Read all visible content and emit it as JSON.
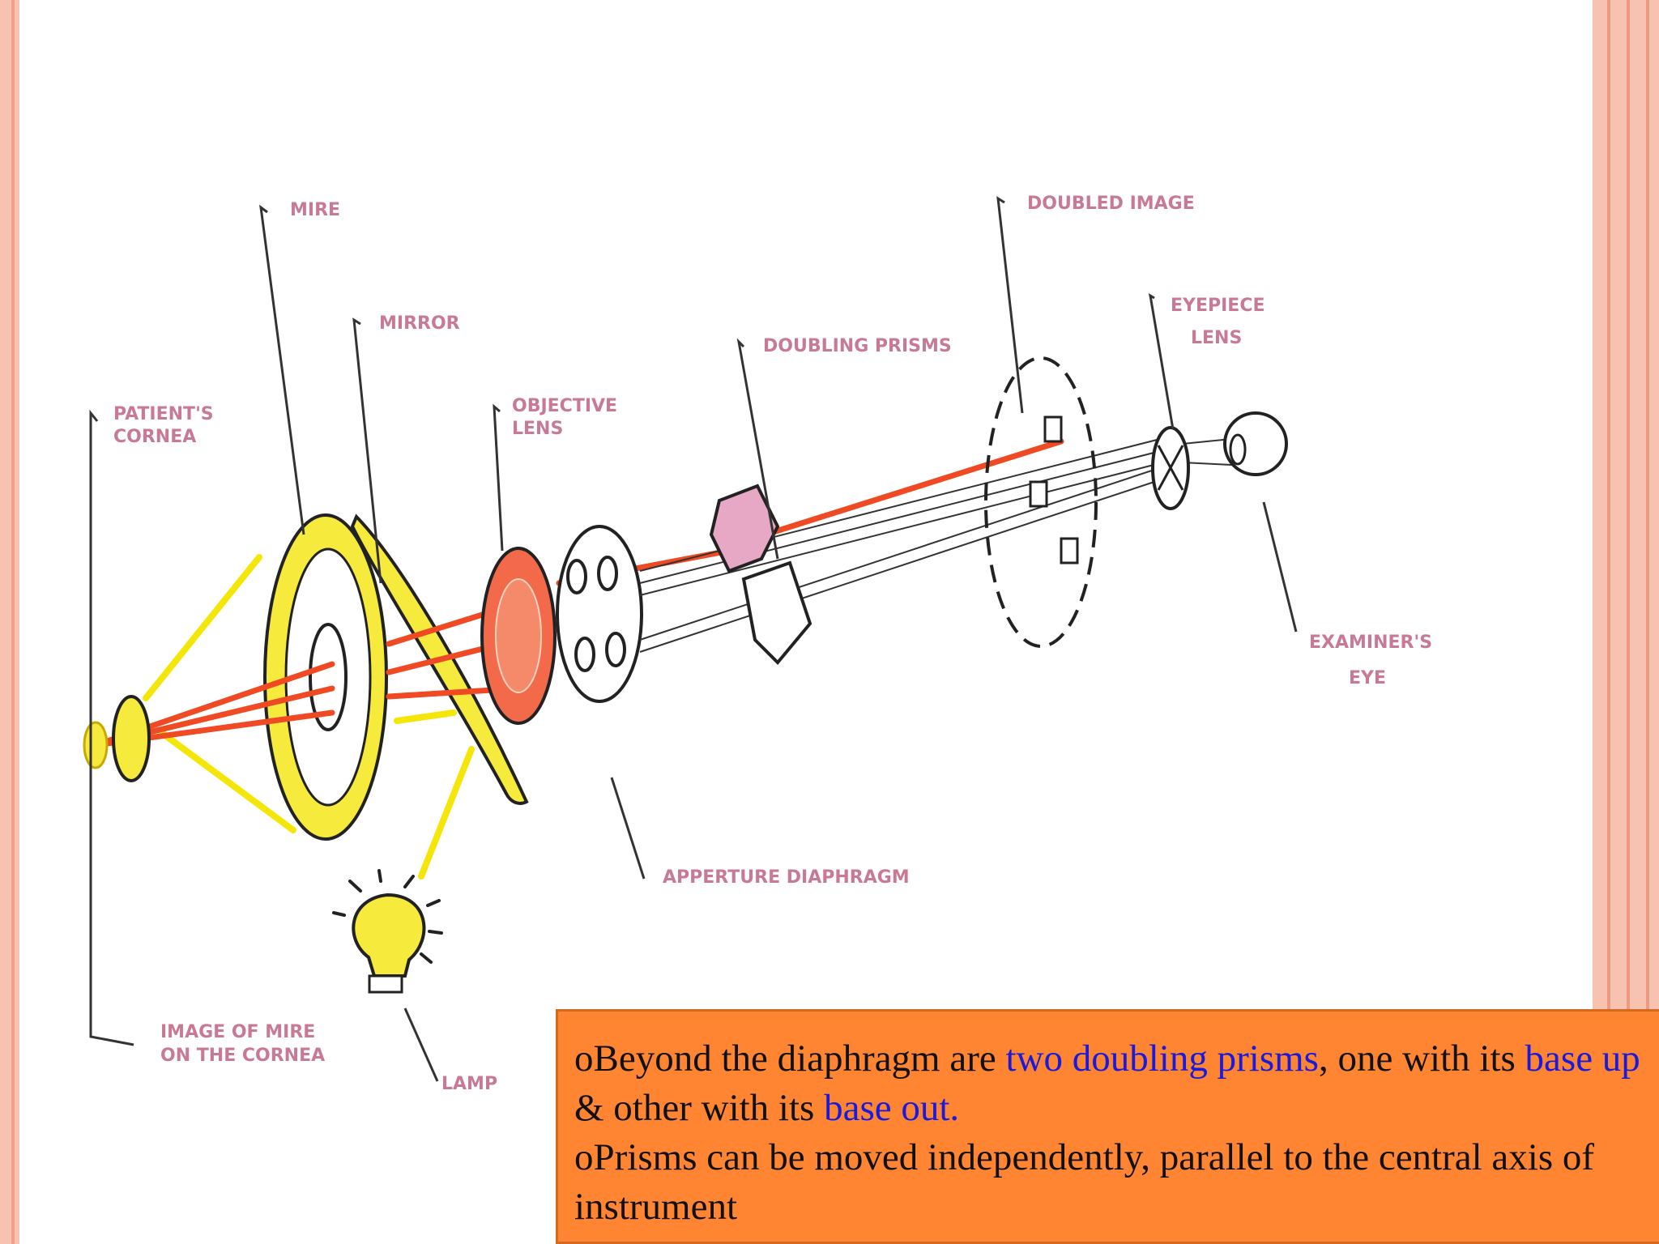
{
  "diagram": {
    "labels": {
      "mire": "MIRE",
      "mirror": "MIRROR",
      "patients_cornea_1": "PATIENT'S",
      "patients_cornea_2": "CORNEA",
      "objective_lens_1": "OBJECTIVE",
      "objective_lens_2": "LENS",
      "doubling_prisms": "DOUBLING PRISMS",
      "doubled_image": "DOUBLED IMAGE",
      "eyepiece_lens_1": "EYEPIECE",
      "eyepiece_lens_2": "LENS",
      "examiners_eye_1": "EXAMINER'S",
      "examiners_eye_2": "EYE",
      "aperture_diaphragm": "APPERTURE DIAPHRAGM",
      "image_of_mire_1": "IMAGE OF MIRE",
      "image_of_mire_2": "ON THE CORNEA",
      "lamp": "LAMP"
    },
    "colors": {
      "label": "#c87a95",
      "ray": "#ef4a23",
      "light": "#f5e60a",
      "line": "#222222"
    },
    "icons": [
      "light-bulb-icon"
    ]
  },
  "textbox": {
    "bullet": "o",
    "p1_a": "Beyond the diaphragm are ",
    "p1_b": "two doubling prisms",
    "p1_c": ", one with its ",
    "p1_d": "base up",
    "p1_e": " & other with its ",
    "p1_f": "base out",
    "p1_g": ".",
    "p2": "Prisms can be moved independently, parallel to the central axis of instrument",
    "colors": {
      "background": "#ff8533",
      "highlight": "#1a1adb"
    }
  }
}
